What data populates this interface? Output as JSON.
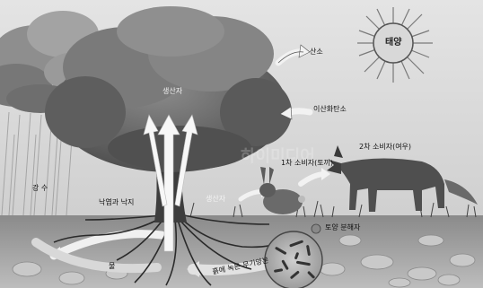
{
  "labels": {
    "sun": "태양",
    "oxygen": "산소",
    "carbon_dioxide": "이산화탄소",
    "producer_top": "생산자",
    "producer_ground": "생산자",
    "rain": "강 수",
    "leaf_litter": "낙엽과 낙지",
    "primary_consumer": "1차 소비자(토끼)",
    "secondary_consumer": "2차 소비자(여우)",
    "decomposer": "토양 분해자",
    "water": "물",
    "nutrients": "흙에 녹은 무기양분"
  },
  "watermark": "하이미디어"
}
